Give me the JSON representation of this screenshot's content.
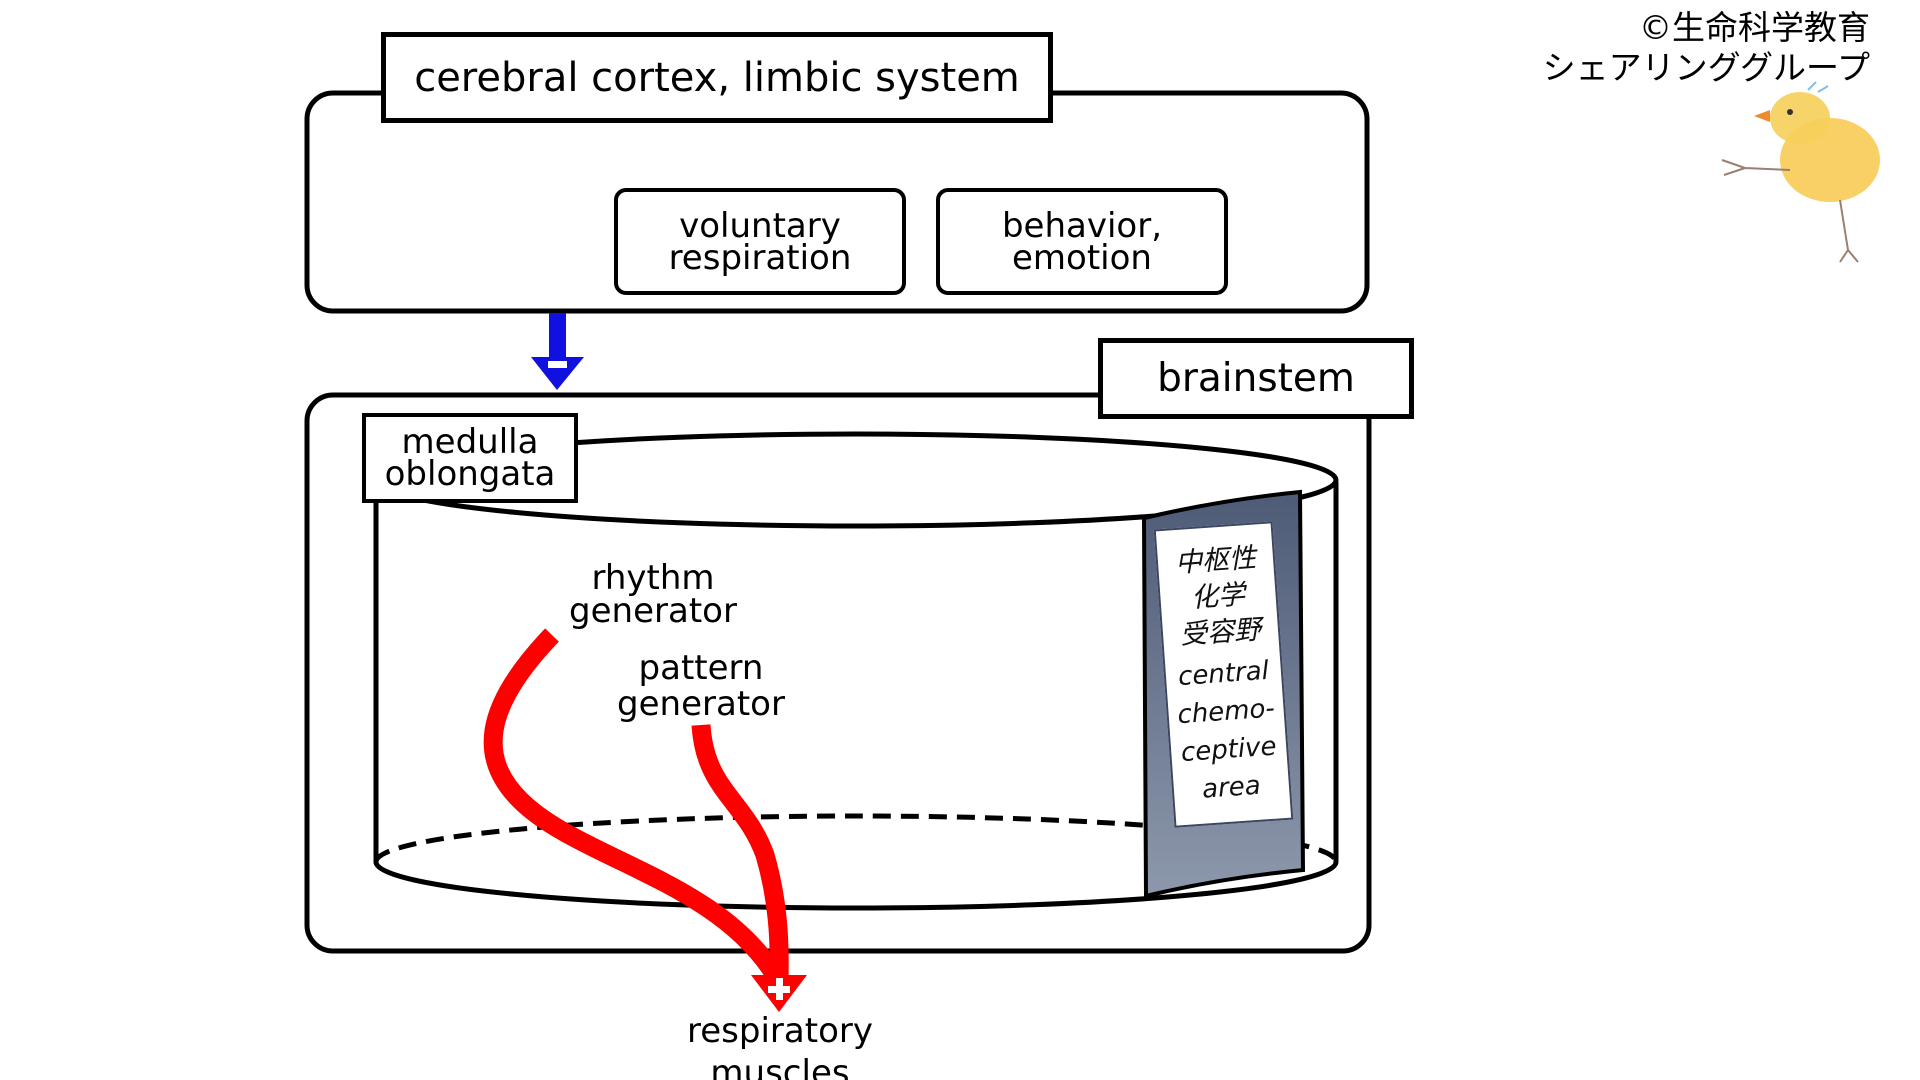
{
  "cortex": {
    "title": "cerebral cortex, limbic system",
    "voluntary": "voluntary\nrespiration",
    "behavior": "behavior,\nemotion"
  },
  "brainstem": {
    "title": "brainstem",
    "medulla": "medulla\noblongata",
    "rhythm": "rhythm\ngenerator",
    "pattern": "pattern\ngenerator",
    "chemo_jp": "中枢性\n化学\n受容野",
    "chemo_en": "central\nchemo-\nceptive\narea"
  },
  "output": {
    "muscles": "respiratory\nmuscles"
  },
  "signs": {
    "inhibit": "−",
    "excite": "+"
  },
  "copyright": {
    "line1": "©生命科学教育",
    "line2": "シェアリンググループ"
  },
  "colors": {
    "inhibit_arrow": "#1010e0",
    "excite_path": "#ff0000",
    "chemo_zone": "#6b7a94"
  }
}
